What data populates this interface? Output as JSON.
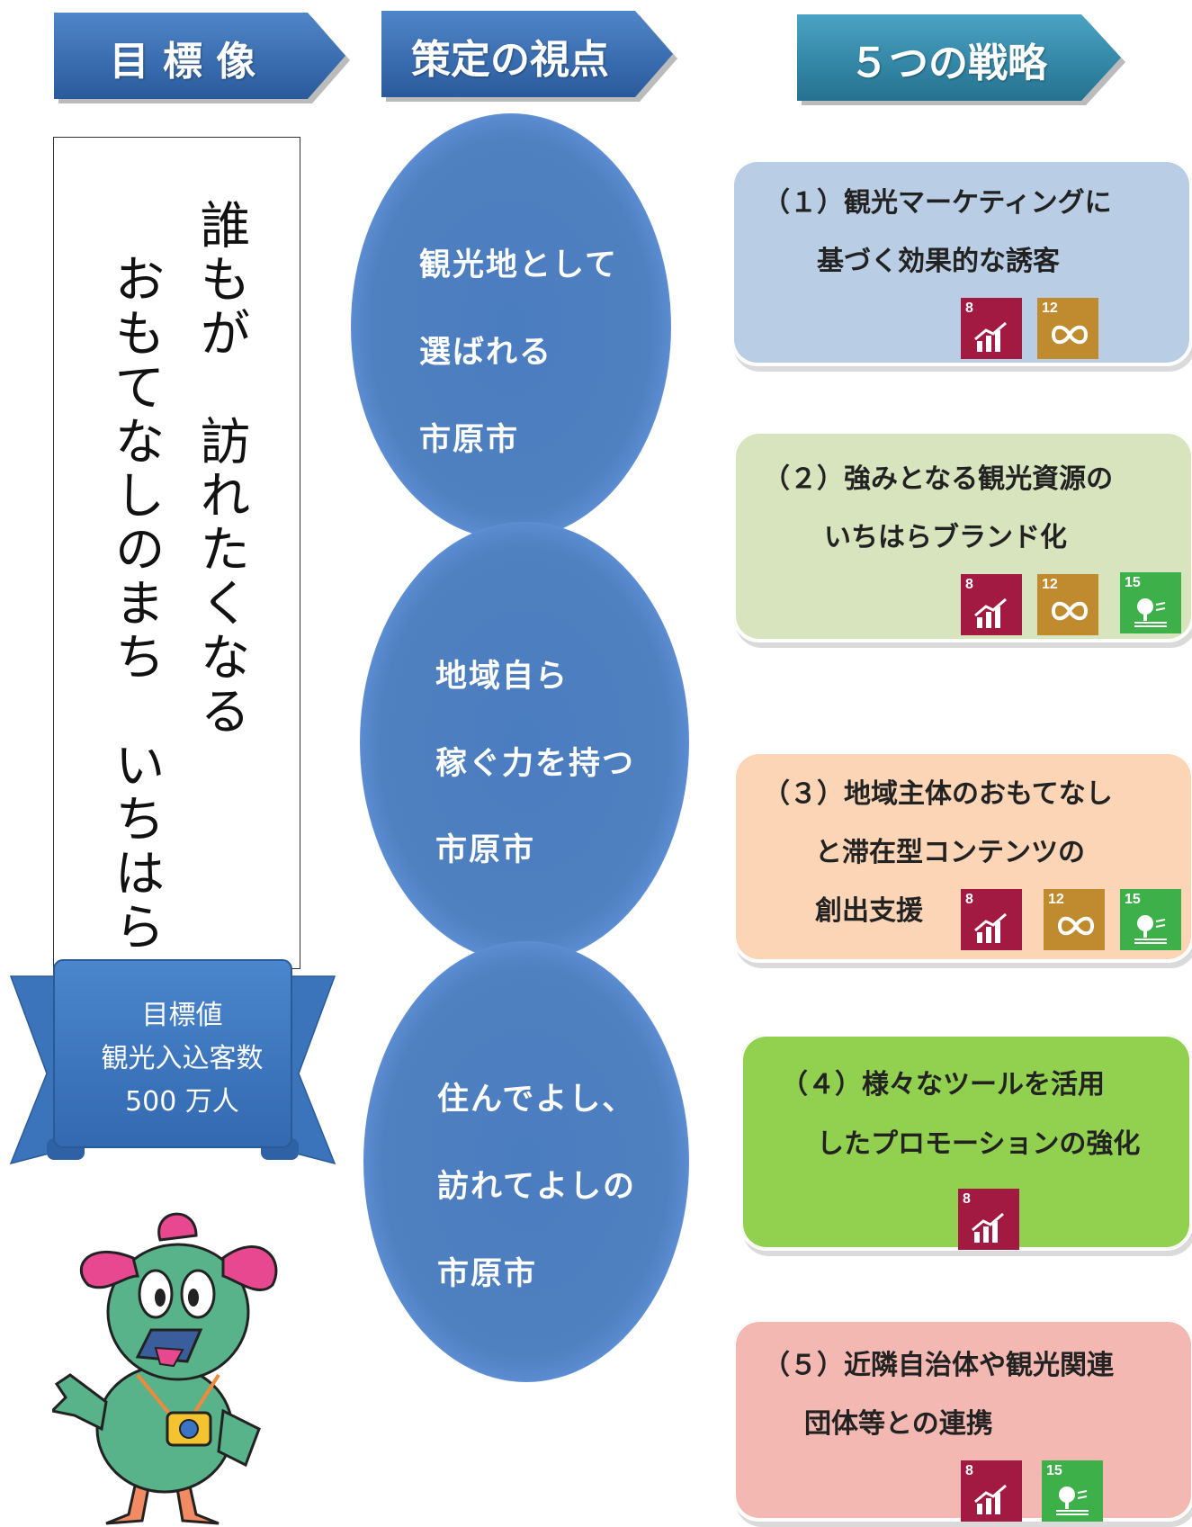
{
  "headers": {
    "goal": "目 標 像",
    "viewpoint": "策定の視点",
    "strategies": "５つの戦略"
  },
  "vision": {
    "line1": "誰もが　訪れたくなる",
    "line2": "おもてなしのまち　いちはら"
  },
  "target": {
    "line1": "目標値",
    "line2": "観光入込客数",
    "line3": "500 万人"
  },
  "viewpoints": [
    {
      "line1": "観光地として",
      "line2": "選ばれる",
      "line3": "市原市"
    },
    {
      "line1": "地域自ら",
      "line2": "稼ぐ力を持つ",
      "line3": "市原市"
    },
    {
      "line1": "住んでよし、",
      "line2": "訪れてよしの",
      "line3": "市原市"
    }
  ],
  "strategies": [
    {
      "line1": "（１）観光マーケティングに",
      "line2": "基づく効果的な誘客",
      "line3": "",
      "sdgs": [
        "8",
        "12"
      ],
      "color": "#b9cde4"
    },
    {
      "line1": "（２）強みとなる観光資源の",
      "line2": "いちはらブランド化",
      "line3": "",
      "sdgs": [
        "8",
        "12",
        "15"
      ],
      "color": "#d7e4bd"
    },
    {
      "line1": "（３）地域主体のおもてなし",
      "line2": "と滞在型コンテンツの",
      "line3": "創出支援",
      "sdgs": [
        "8",
        "12",
        "15"
      ],
      "color": "#fbd5b5"
    },
    {
      "line1": "（４）様々なツールを活用",
      "line2": "したプロモーションの強化",
      "line3": "",
      "sdgs": [
        "8"
      ],
      "color": "#92d050"
    },
    {
      "line1": "（５）近隣自治体や観光関連",
      "line2": "団体等との連携",
      "line3": "",
      "sdgs": [
        "8",
        "15"
      ],
      "color": "#f4b8b2"
    }
  ],
  "sdg_labels": {
    "s8": "8",
    "s12": "12",
    "s15": "15"
  },
  "colors": {
    "header_blue": "#2e62a8",
    "header_teal": "#2f86a6",
    "ellipse": "#4f80bf"
  }
}
